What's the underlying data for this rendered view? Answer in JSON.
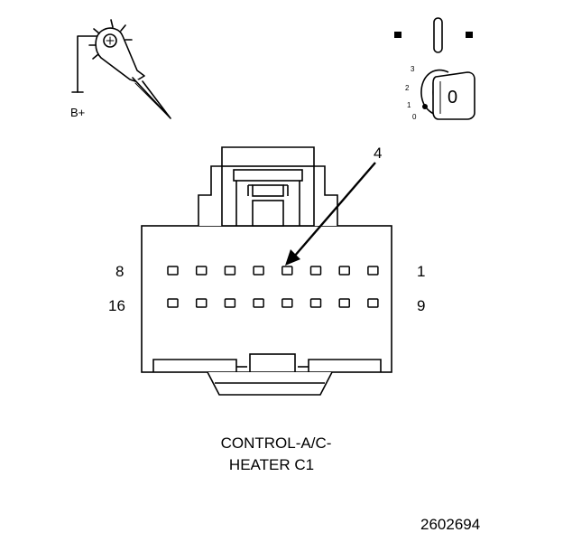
{
  "probe": {
    "label": "B+"
  },
  "ignition": {
    "positions": [
      "3",
      "2",
      "1",
      "0"
    ],
    "indicator": "0"
  },
  "connector": {
    "callout": "4",
    "row1_left": "8",
    "row1_right": "1",
    "row2_left": "16",
    "row2_right": "9",
    "pins_per_row": 8
  },
  "caption": {
    "line1": "CONTROL-A/C-",
    "line2": "HEATER C1"
  },
  "figure_number": "2602694",
  "icons": [
    "test-probe-icon",
    "ignition-key-icon",
    "arrow-icon"
  ],
  "colors": {
    "ink": "#000000",
    "paper": "#ffffff"
  }
}
